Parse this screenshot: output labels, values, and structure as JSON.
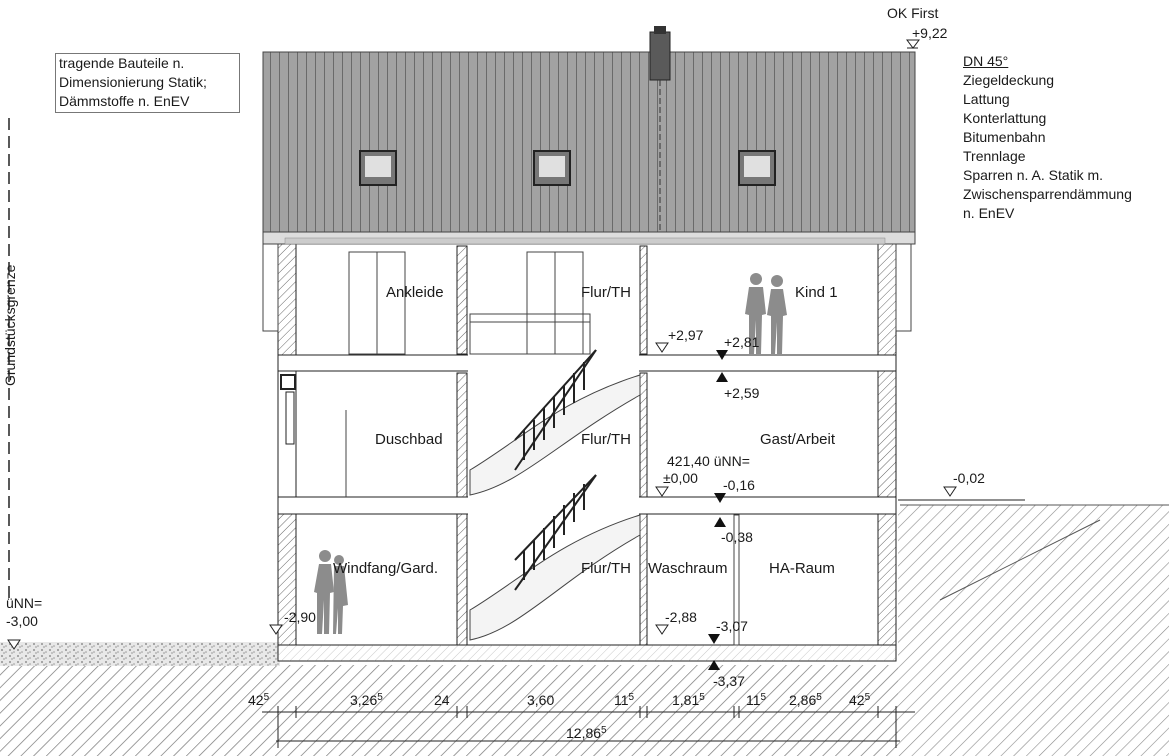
{
  "notes": {
    "structure": [
      "tragende Bauteile n.",
      "Dimensionierung Statik;",
      "Dämmstoffe n. EnEV"
    ],
    "roof_spec": {
      "pitch": "DN 45°",
      "layers": [
        "Ziegeldeckung",
        "Lattung",
        "Konterlattung",
        "Bitumenbahn",
        "Trennlage",
        "Sparren n. A. Statik m.",
        "Zwischensparrendämmung",
        "n. EnEV"
      ]
    },
    "property_line": "Grundstücksgrenze"
  },
  "ridge": {
    "label": "OK First",
    "level": "+9,22"
  },
  "rooms": {
    "attic": [
      "Ankleide",
      "Flur/TH",
      "Kind 1"
    ],
    "ground": [
      "Duschbad",
      "Flur/TH",
      "Gast/Arbeit"
    ],
    "basement": [
      "Windfang/Gard.",
      "Flur/TH",
      "Waschraum",
      "HA-Raum"
    ]
  },
  "levels": {
    "attic_finished": "+2,97",
    "attic_raw": "+2,81",
    "ground_ceiling": "+2,59",
    "nn_reference": "421,40 üNN=",
    "ground_zero": "±0,00",
    "ground_raw": "-0,16",
    "basement_ceiling": "-0,38",
    "terrain_right": "-0,02",
    "basement_finished": "-2,88",
    "basement_raw": "-3,07",
    "basement_bottom": "-3,37",
    "left_finished": "-2,90",
    "nn_left_label": "üNN=",
    "nn_left_value": "-3,00"
  },
  "dimensions": {
    "segments": [
      {
        "main": "42",
        "sup": "5"
      },
      {
        "main": "3,26",
        "sup": "5"
      },
      {
        "main": "24",
        "sup": ""
      },
      {
        "main": "3,60",
        "sup": ""
      },
      {
        "main": "11",
        "sup": "5"
      },
      {
        "main": "1,81",
        "sup": "5"
      },
      {
        "main": "11",
        "sup": "5"
      },
      {
        "main": "2,86",
        "sup": "5"
      },
      {
        "main": "42",
        "sup": "5"
      }
    ],
    "total": {
      "main": "12,86",
      "sup": "5"
    }
  },
  "colors": {
    "roof": "#9a9a9a",
    "roof_lines": "#6d6d6d",
    "hatch": "#8a8a8a",
    "chimney": "#555555",
    "figure": "#8c8c8c"
  }
}
